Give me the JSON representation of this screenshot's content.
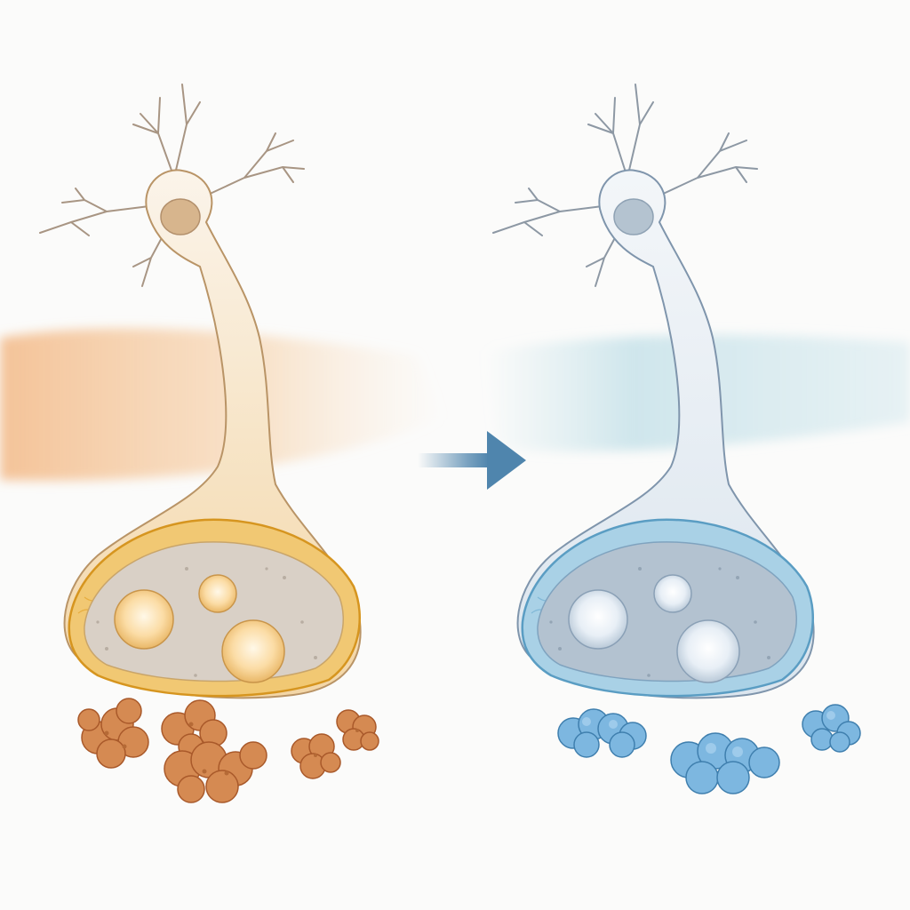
{
  "figure": {
    "left_panel": {
      "state": "before",
      "palette": {
        "band": "#f3c08e",
        "neuron_body": "#f6e2c0",
        "neuron_outline": "#b99466",
        "nucleus": "#d7b58d",
        "terminal_mesh": "#e3a12a",
        "terminal_interior": "#d9d0c6",
        "vesicle": "#f6cf86",
        "aggregate": "#d58a52"
      },
      "aggregate_count": 5,
      "vesicle_count": 3
    },
    "transition_arrow": {
      "icon": "arrow-right-icon",
      "color": "#4f85ad"
    },
    "right_panel": {
      "state": "after",
      "palette": {
        "band": "#bfdde6",
        "neuron_body": "#e8eef4",
        "neuron_outline": "#7f95ac",
        "nucleus": "#b4c3d0",
        "terminal_mesh": "#6faed0",
        "terminal_interior": "#b3c2d0",
        "vesicle": "#e5edf5",
        "aggregate": "#7db7e0"
      },
      "aggregate_count": 3,
      "vesicle_count": 3
    }
  }
}
